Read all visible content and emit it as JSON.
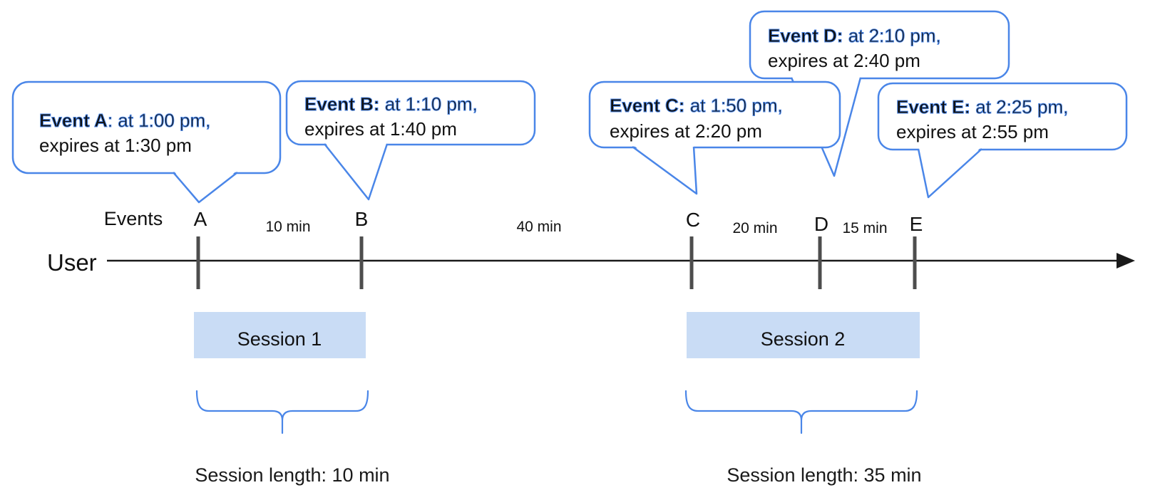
{
  "colors": {
    "accent": "#4a86e8",
    "session_fill": "#c9dcf5",
    "tick": "#4d4d4d",
    "axis_line": "#1a1a1a",
    "text": "#111111"
  },
  "axis": {
    "events_label": "Events",
    "user_label": "User"
  },
  "events": [
    {
      "id": "A",
      "tick_label": "A",
      "callout_bold": "Event A",
      "callout_rest": ": at 1:00 pm,",
      "callout_line2": "expires at 1:30 pm"
    },
    {
      "id": "B",
      "tick_label": "B",
      "callout_bold": "Event B:",
      "callout_rest": " at 1:10 pm,",
      "callout_line2": "expires at 1:40 pm"
    },
    {
      "id": "C",
      "tick_label": "C",
      "callout_bold": "Event C:",
      "callout_rest": " at 1:50 pm,",
      "callout_line2": "expires at 2:20 pm"
    },
    {
      "id": "D",
      "tick_label": "D",
      "callout_bold": "Event D:",
      "callout_rest": " at 2:10 pm,",
      "callout_line2": "expires at 2:40 pm"
    },
    {
      "id": "E",
      "tick_label": "E",
      "callout_bold": "Event E:",
      "callout_rest": " at 2:25 pm,",
      "callout_line2": "expires at 2:55 pm"
    }
  ],
  "intervals": [
    {
      "label": "10 min"
    },
    {
      "label": "40 min"
    },
    {
      "label": "20 min"
    },
    {
      "label": "15 min"
    }
  ],
  "sessions": [
    {
      "label": "Session 1",
      "length_label": "Session length: 10 min"
    },
    {
      "label": "Session 2",
      "length_label": "Session length: 35 min"
    }
  ]
}
